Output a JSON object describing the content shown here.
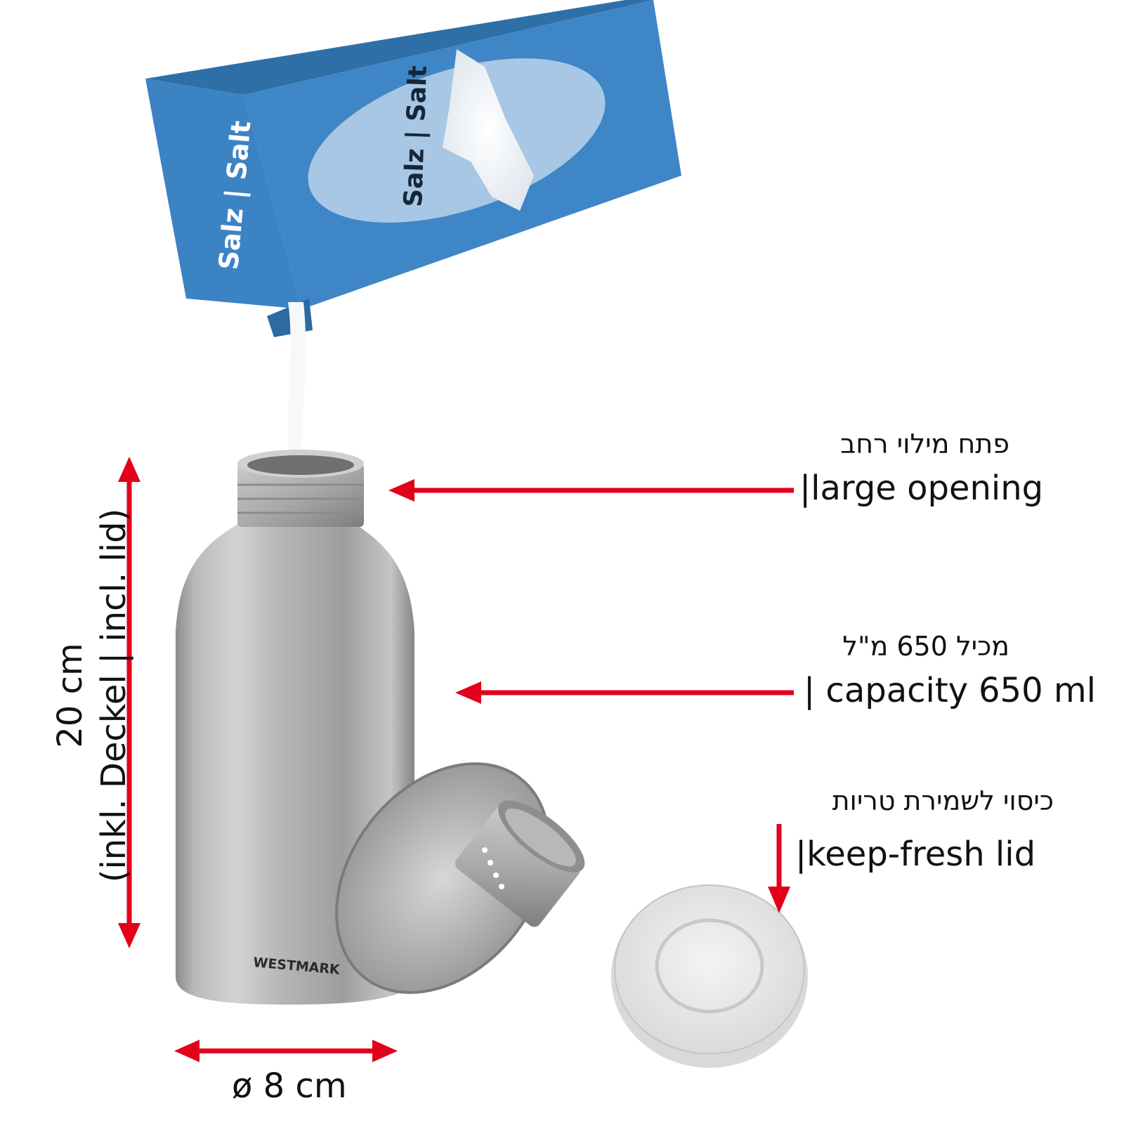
{
  "box": {
    "side_label": "Salz | Salt",
    "front_label": "Salz | Salt",
    "color": "#3d85c6"
  },
  "bottle": {
    "brand": "WESTMARK"
  },
  "annotations": {
    "opening_he": "פתח מילוי רחב",
    "opening_en": "|large opening",
    "capacity_he": "מכיל 650 מ\"ל",
    "capacity_en_prefix": "| capacity",
    "capacity_en_value": "650 ml",
    "lid_he": "כיסוי לשמירת טריות",
    "lid_en": "|keep-fresh lid"
  },
  "dimensions": {
    "height": "20 cm",
    "height_note": "(inkl. Deckel | incl. lid)",
    "diameter": "ø 8 cm"
  },
  "colors": {
    "arrow": "#e2001a"
  }
}
